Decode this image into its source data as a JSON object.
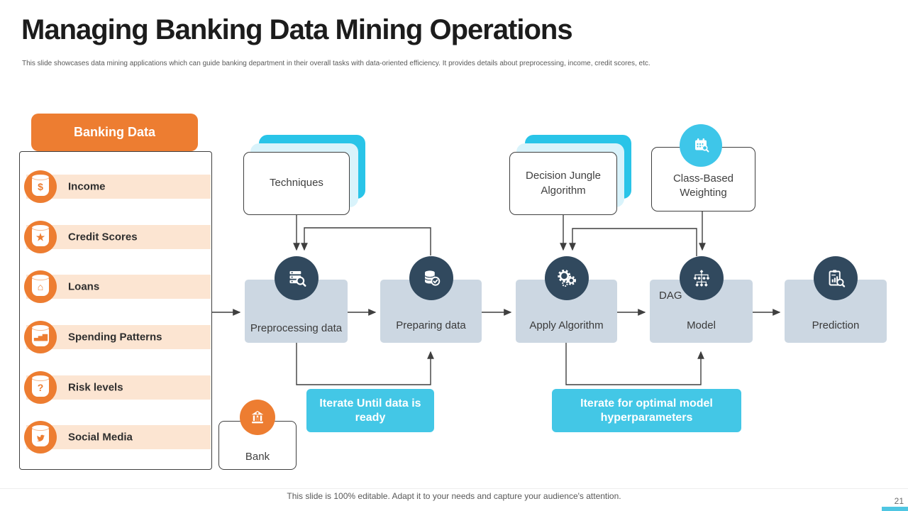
{
  "slide": {
    "title": "Managing Banking Data Mining Operations",
    "subtitle": "This slide showcases data mining applications which can guide banking department in their overall tasks with data-oriented efficiency. It provides details about preprocessing, income, credit scores, etc.",
    "footer": "This slide is 100% editable. Adapt it to your needs and capture your audience's attention.",
    "page_number": "21"
  },
  "banking_data": {
    "header": "Banking Data",
    "items": [
      {
        "label": "Income",
        "icon": "dollar-coin-icon",
        "glyph": "$"
      },
      {
        "label": "Credit Scores",
        "icon": "award-ribbon-icon",
        "glyph": "★"
      },
      {
        "label": "Loans",
        "icon": "house-icon",
        "glyph": "⌂"
      },
      {
        "label": "Spending Patterns",
        "icon": "bar-chart-icon",
        "glyph": "▃▅▇"
      },
      {
        "label": "Risk levels",
        "icon": "question-mark-icon",
        "glyph": "?"
      },
      {
        "label": "Social Media",
        "icon": "twitter-bird-icon",
        "glyph": ""
      }
    ]
  },
  "flow": {
    "steps": [
      {
        "label": "Preprocessing data",
        "icon": "server-search-icon"
      },
      {
        "label": "Preparing data",
        "icon": "database-check-icon"
      },
      {
        "label": "Apply Algorithm",
        "icon": "gears-icon"
      },
      {
        "label": "Model",
        "tag": "DAG",
        "icon": "dag-tree-icon"
      },
      {
        "label": "Prediction",
        "icon": "clipboard-chart-search-icon"
      }
    ],
    "inputs": {
      "techniques": "Techniques",
      "decision_jungle": "Decision Jungle Algorithm",
      "class_based": "Class-Based Weighting"
    },
    "loops": {
      "data_ready": "Iterate Until data is ready",
      "hyperparameters": "Iterate for optimal model hyperparameters"
    },
    "bank_label": "Bank"
  },
  "colors": {
    "orange": "#ED7D31",
    "peach_row": "#FCE5D2",
    "cyan": "#3EC6E9",
    "cyan_card_dark": "#29C4E8",
    "cyan_card_light": "#D9F3FB",
    "navy_icon": "#31495E",
    "step_box": "#CCD7E2",
    "line": "#3f3f3f"
  }
}
